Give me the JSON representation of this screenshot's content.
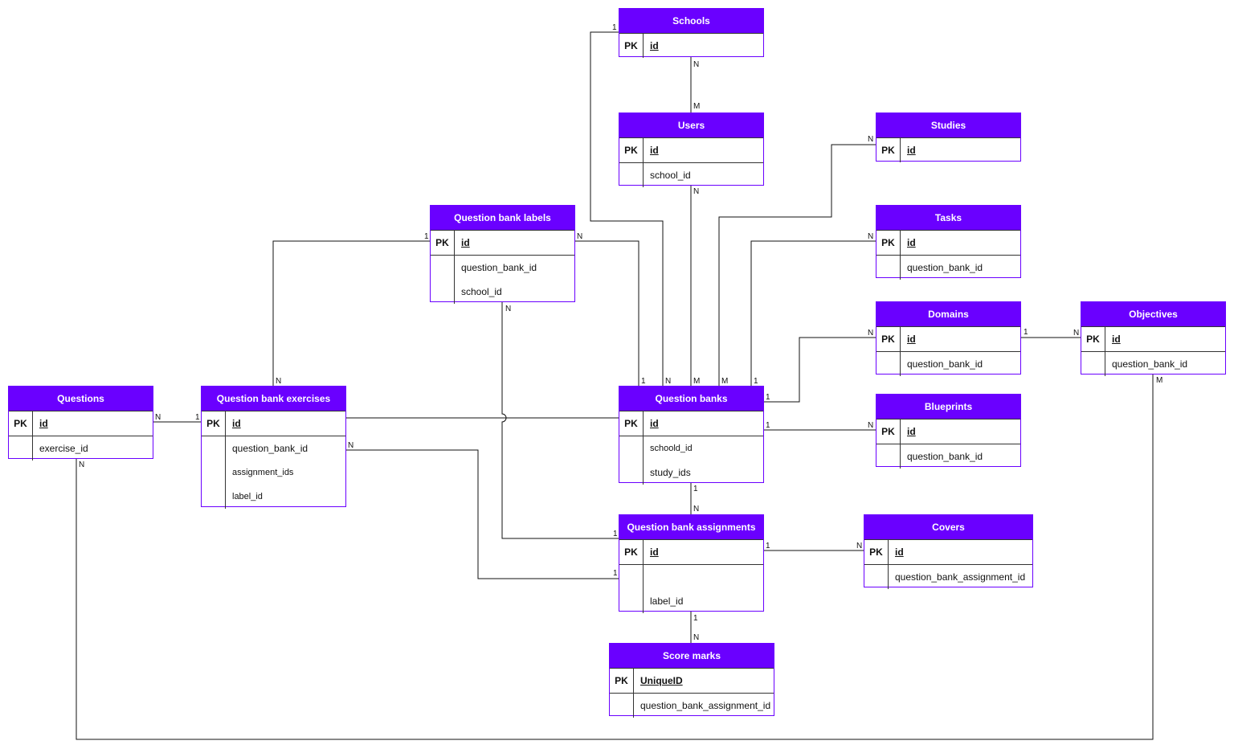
{
  "theme": {
    "header_color": "#6a00ff",
    "border_color": "#6a00ff",
    "line_color": "#111111"
  },
  "entities": {
    "schools": {
      "title": "Schools",
      "key": "PK",
      "pk": "id",
      "fields": []
    },
    "users": {
      "title": "Users",
      "key": "PK",
      "pk": "id",
      "fields": [
        "school_id"
      ]
    },
    "studies": {
      "title": "Studies",
      "key": "PK",
      "pk": "id",
      "fields": []
    },
    "tasks": {
      "title": "Tasks",
      "key": "PK",
      "pk": "id",
      "fields": [
        "question_bank_id"
      ]
    },
    "domains": {
      "title": "Domains",
      "key": "PK",
      "pk": "id",
      "fields": [
        "question_bank_id"
      ]
    },
    "objectives": {
      "title": "Objectives",
      "key": "PK",
      "pk": "id",
      "fields": [
        "question_bank_id"
      ]
    },
    "blueprints": {
      "title": "Blueprints",
      "key": "PK",
      "pk": "id",
      "fields": [
        "question_bank_id"
      ]
    },
    "qb_labels": {
      "title": "Question bank labels",
      "key": "PK",
      "pk": "id",
      "fields": [
        "question_bank_id",
        "school_id"
      ]
    },
    "questions": {
      "title": "Questions",
      "key": "PK",
      "pk": "id",
      "fields": [
        "exercise_id"
      ]
    },
    "qb_exercises": {
      "title": "Question bank exercises",
      "key": "PK",
      "pk": "id",
      "fields": [
        "question_bank_id",
        "assignment_ids",
        "label_id"
      ]
    },
    "qbanks": {
      "title": "Question banks",
      "key": "PK",
      "pk": "id",
      "fields": [
        "schoold_id",
        "study_ids"
      ]
    },
    "qb_assign": {
      "title": "Question bank assignments",
      "key": "PK",
      "pk": "id",
      "fields": [
        "",
        "label_id"
      ]
    },
    "covers": {
      "title": "Covers",
      "key": "PK",
      "pk": "id",
      "fields": [
        "question_bank_assignment_id"
      ]
    },
    "score_marks": {
      "title": "Score marks",
      "key": "PK",
      "pk": "UniqueID",
      "fields": [
        "question_bank_assignment_id"
      ]
    }
  },
  "cardinality_labels": {
    "schools_users_a": "N",
    "schools_users_b": "M",
    "schools_qbanks_a": "1",
    "schools_qbanks_b": "N",
    "users_qbanks_a": "N",
    "users_qbanks_b": "M",
    "studies_qbanks_a": "N",
    "studies_qbanks_b": "M",
    "tasks_qbanks_a": "N",
    "tasks_qbanks_b": "1",
    "labels_qbanks_a": "N",
    "labels_qbanks_b": "1",
    "labels_exercises_a": "1",
    "labels_exercises_b": "N",
    "labels_assign_a": "N",
    "labels_assign_b": "1",
    "domains_qbanks_a": "N",
    "domains_qbanks_b": "1",
    "domains_objectives_a": "1",
    "domains_objectives_b": "N",
    "blueprints_qbanks_a": "1",
    "blueprints_qbanks_b": "N",
    "questions_exercises_a": "N",
    "questions_exercises_b": "1",
    "exercises_assign_a": "N",
    "exercises_assign_b": "1",
    "qbanks_assign_a": "1",
    "qbanks_assign_b": "N",
    "assign_covers_a": "1",
    "assign_covers_b": "N",
    "assign_score_a": "1",
    "assign_score_b": "N",
    "questions_objectives_a": "N",
    "questions_objectives_b": "M"
  }
}
